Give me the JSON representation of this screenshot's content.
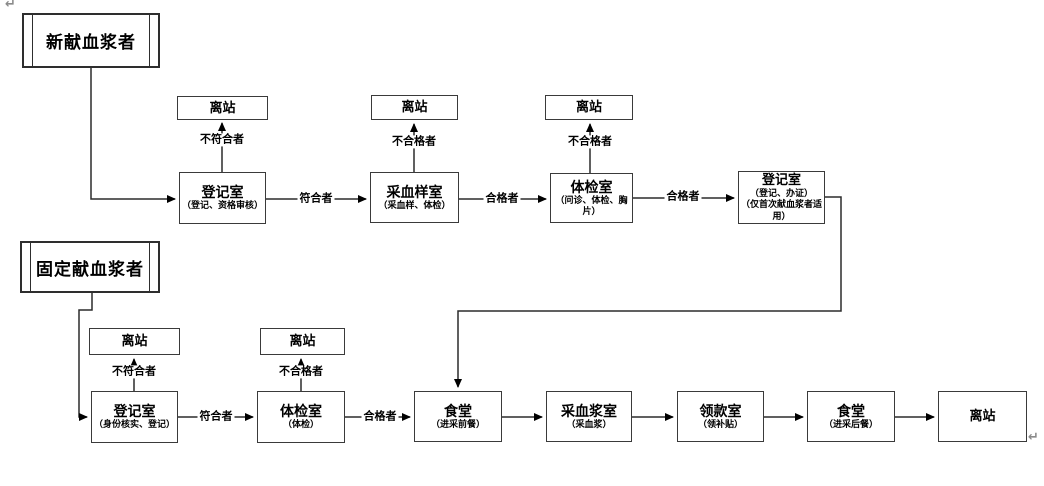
{
  "canvas": {
    "bg": "#ffffff",
    "line_color": "#2b2b2b",
    "border_color": "#3a3a3a"
  },
  "marks": {
    "top_left": "↵",
    "bottom_right": "↵"
  },
  "flow1": {
    "start": "新献血浆者",
    "exits": {
      "e1": "离站",
      "e2": "离站",
      "e3": "离站"
    },
    "reg1": {
      "title": "登记室",
      "sub": "（登记、资格审核）"
    },
    "sample": {
      "title": "采血样室",
      "sub": "（采血样、体检）"
    },
    "phys": {
      "title": "体检室",
      "sub": "（问诊、体检、胸片）"
    },
    "reg2": {
      "title": "登记室",
      "sub": "（登记、办证）",
      "sub2": "（仅首次献血浆者适用）"
    },
    "labels": {
      "not_meet": "不符合者",
      "not_qualified1": "不合格者",
      "not_qualified2": "不合格者",
      "meet": "符合者",
      "qualified1": "合格者",
      "qualified2": "合格者"
    }
  },
  "flow2": {
    "start": "固定献血浆者",
    "exits": {
      "e1": "离站",
      "e2": "离站"
    },
    "reg": {
      "title": "登记室",
      "sub": "（身份核实、登记）"
    },
    "phys": {
      "title": "体检室",
      "sub": "（体检）"
    },
    "canteen1": {
      "title": "食堂",
      "sub": "（进采前餐）"
    },
    "plasma": {
      "title": "采血浆室",
      "sub": "（采血浆）"
    },
    "pay": {
      "title": "领款室",
      "sub": "（领补贴）"
    },
    "canteen2": {
      "title": "食堂",
      "sub": "（进采后餐）"
    },
    "exit_final": "离站",
    "labels": {
      "not_meet": "不符合者",
      "not_qualified": "不合格者",
      "meet": "符合者",
      "qualified": "合格者"
    }
  }
}
